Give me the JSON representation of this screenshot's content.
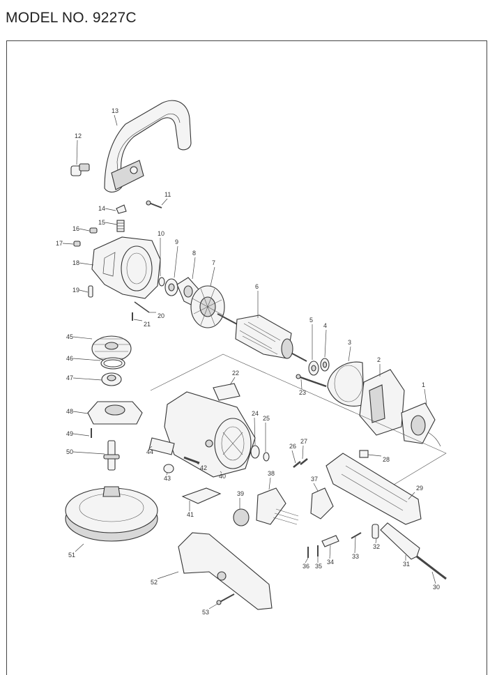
{
  "header": {
    "model_label": "MODEL NO. 9227C"
  },
  "callouts": [
    {
      "id": "1",
      "text": "1"
    },
    {
      "id": "2",
      "text": "2"
    },
    {
      "id": "3",
      "text": "3"
    },
    {
      "id": "4",
      "text": "4"
    },
    {
      "id": "5",
      "text": "5"
    },
    {
      "id": "6",
      "text": "6"
    },
    {
      "id": "7",
      "text": "7"
    },
    {
      "id": "8",
      "text": "8"
    },
    {
      "id": "9",
      "text": "9"
    },
    {
      "id": "10",
      "text": "10"
    },
    {
      "id": "11",
      "text": "11"
    },
    {
      "id": "12",
      "text": "12"
    },
    {
      "id": "13",
      "text": "13"
    },
    {
      "id": "14",
      "text": "14"
    },
    {
      "id": "15",
      "text": "15"
    },
    {
      "id": "16",
      "text": "16"
    },
    {
      "id": "17",
      "text": "17"
    },
    {
      "id": "18",
      "text": "18"
    },
    {
      "id": "19",
      "text": "19"
    },
    {
      "id": "20",
      "text": "20"
    },
    {
      "id": "21",
      "text": "21"
    },
    {
      "id": "22",
      "text": "22"
    },
    {
      "id": "23",
      "text": "23"
    },
    {
      "id": "24",
      "text": "24"
    },
    {
      "id": "25",
      "text": "25"
    },
    {
      "id": "26",
      "text": "26"
    },
    {
      "id": "27",
      "text": "27"
    },
    {
      "id": "28",
      "text": "28"
    },
    {
      "id": "29",
      "text": "29"
    },
    {
      "id": "30",
      "text": "30"
    },
    {
      "id": "31",
      "text": "31"
    },
    {
      "id": "32",
      "text": "32"
    },
    {
      "id": "33",
      "text": "33"
    },
    {
      "id": "34",
      "text": "34"
    },
    {
      "id": "35",
      "text": "35"
    },
    {
      "id": "36",
      "text": "36"
    },
    {
      "id": "37",
      "text": "37"
    },
    {
      "id": "38",
      "text": "38"
    },
    {
      "id": "39",
      "text": "39"
    },
    {
      "id": "40",
      "text": "40"
    },
    {
      "id": "41",
      "text": "41"
    },
    {
      "id": "42",
      "text": "42"
    },
    {
      "id": "43",
      "text": "43"
    },
    {
      "id": "44",
      "text": "44"
    },
    {
      "id": "45",
      "text": "45"
    },
    {
      "id": "46",
      "text": "46"
    },
    {
      "id": "47",
      "text": "47"
    },
    {
      "id": "48",
      "text": "48"
    },
    {
      "id": "49",
      "text": "49"
    },
    {
      "id": "50",
      "text": "50"
    },
    {
      "id": "51",
      "text": "51"
    },
    {
      "id": "52",
      "text": "52"
    },
    {
      "id": "53",
      "text": "53"
    }
  ]
}
